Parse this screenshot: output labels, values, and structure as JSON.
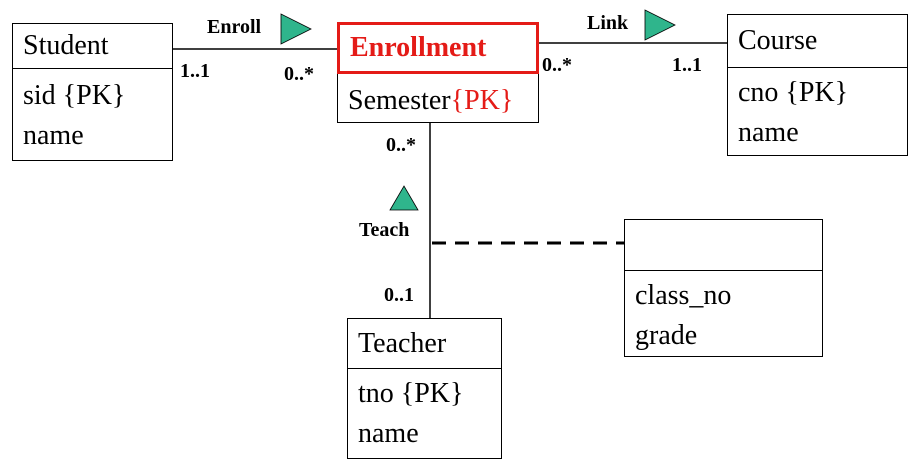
{
  "classes": {
    "student": {
      "name": "Student",
      "attrs": [
        "sid {PK}",
        "name"
      ]
    },
    "enrollment": {
      "name": "Enrollment",
      "attr_main": "Semester",
      "attr_pk": "{PK}"
    },
    "course": {
      "name": "Course",
      "attrs": [
        "cno {PK}",
        "name"
      ]
    },
    "teacher": {
      "name": "Teacher",
      "attrs": [
        "tno {PK}",
        "name"
      ]
    },
    "assoc_class": {
      "name": "",
      "attrs": [
        "class_no",
        "grade"
      ]
    }
  },
  "associations": {
    "enroll": {
      "label": "Enroll",
      "mult_left": "1..1",
      "mult_right": "0..*"
    },
    "link": {
      "label": "Link",
      "mult_left": "0..*",
      "mult_right": "1..1"
    },
    "teach": {
      "label": "Teach",
      "mult_top": "0..*",
      "mult_bottom": "0..1"
    }
  },
  "colors": {
    "highlight": "#e41b17",
    "arrow": "#2fb58c"
  }
}
